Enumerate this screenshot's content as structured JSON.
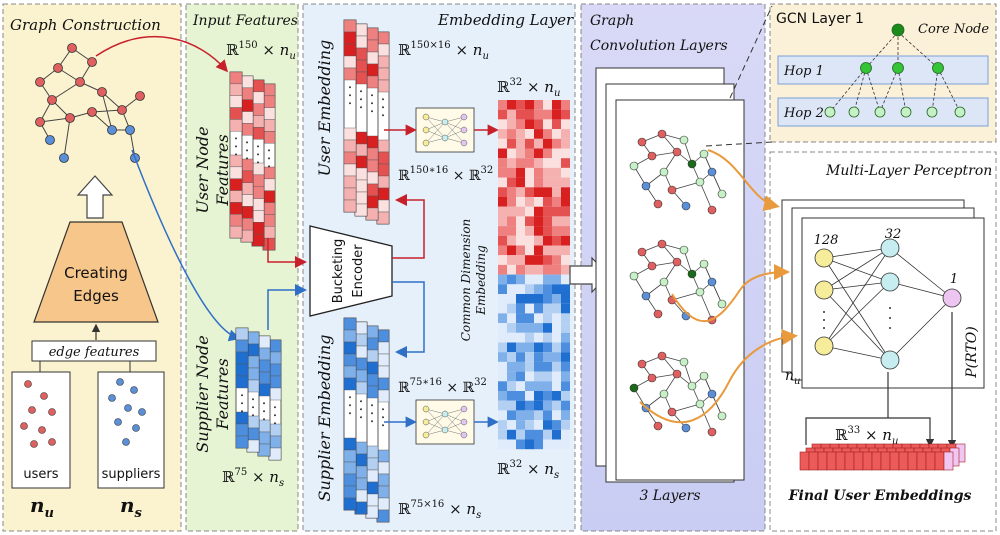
{
  "panels": {
    "graph_construction": "Graph Construction",
    "input_features": "Input Features",
    "embedding_layer": "Embedding Layer",
    "graph_convolution": [
      "Graph",
      "Convolution Layers"
    ],
    "gcn_layer": "GCN Layer 1",
    "mlp": "Multi-Layer Perceptron"
  },
  "construction": {
    "creating_edges": [
      "Creating",
      "Edges"
    ],
    "edge_features": "edge features",
    "users": "users",
    "suppliers": "suppliers",
    "n_u": "n",
    "n_u_sub": "u",
    "n_s": "n",
    "n_s_sub": "s"
  },
  "input": {
    "user_dim": "ℝ",
    "user_dim_sup": "150",
    "user_dim_tail": " × n",
    "user_dim_sub": "u",
    "user_label": [
      "User Node",
      "Features"
    ],
    "supplier_label": [
      "Supplier Node",
      "Features"
    ],
    "supplier_dim": "ℝ",
    "supplier_dim_sup": "75",
    "supplier_dim_tail": " × n",
    "supplier_dim_sub": "s"
  },
  "embedding": {
    "user_embedding": "User Embedding",
    "supplier_embedding": "Supplier Embedding",
    "encoder": [
      "Bucketing",
      "Encoder"
    ],
    "common": [
      "Common Dimension",
      "Embedding"
    ],
    "u_emb_dim": "ℝ",
    "u_emb_dim_sup": "150×16",
    "u_emb_dim_tail": " × n",
    "u_emb_dim_sub": "u",
    "u_proj": "ℝ",
    "u_proj_sup": "150∗16",
    "u_proj_mid": " × ℝ",
    "u_proj_sup2": "32",
    "s_proj": "ℝ",
    "s_proj_sup": "75∗16",
    "s_proj_mid": " × ℝ",
    "s_proj_sup2": "32",
    "s_emb_dim": "ℝ",
    "s_emb_dim_sup": "75×16",
    "s_emb_dim_tail": " × n",
    "s_emb_dim_sub": "s",
    "common_u": "ℝ",
    "common_u_sup": "32",
    "common_u_tail": " × n",
    "common_u_sub": "u",
    "common_s": "ℝ",
    "common_s_sup": "32",
    "common_s_tail": " × n",
    "common_s_sub": "s"
  },
  "gcn": {
    "layers_label": "3 Layers",
    "core_node": "Core Node",
    "hop1": "Hop 1",
    "hop2": "Hop 2"
  },
  "mlp": {
    "n128": "128",
    "n32": "32",
    "n1": "1",
    "output": "P(RTO)",
    "n_u": "n",
    "n_u_sub": "u",
    "final_dim": "ℝ",
    "final_dim_sup": "33",
    "final_dim_tail": " × n",
    "final_dim_sub": "u",
    "final_label": "Final User Embeddings"
  },
  "colors": {
    "red": "#e03030",
    "blue": "#2f7fd6",
    "orange": "#e89a3c",
    "green": "#2ea82e"
  }
}
